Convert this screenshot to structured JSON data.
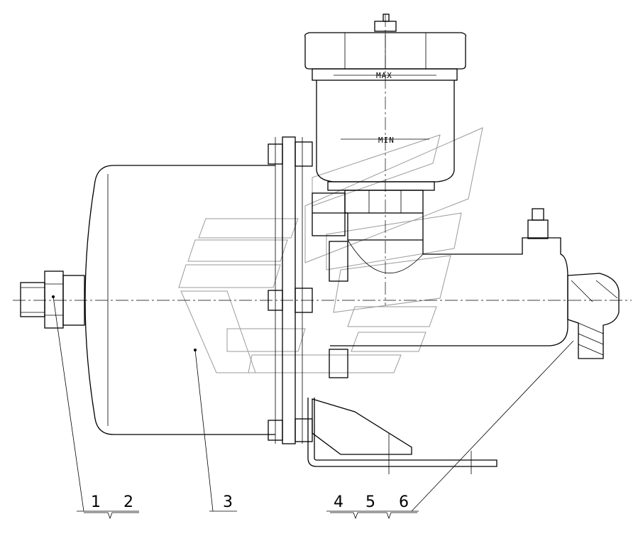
{
  "reservoir": {
    "max_label": "MAX",
    "min_label": "MIN"
  },
  "callouts": [
    {
      "id": "1",
      "text": "1"
    },
    {
      "id": "2",
      "text": "2"
    },
    {
      "id": "3",
      "text": "3"
    },
    {
      "id": "4",
      "text": "4"
    },
    {
      "id": "5",
      "text": "5"
    },
    {
      "id": "6",
      "text": "6"
    }
  ]
}
